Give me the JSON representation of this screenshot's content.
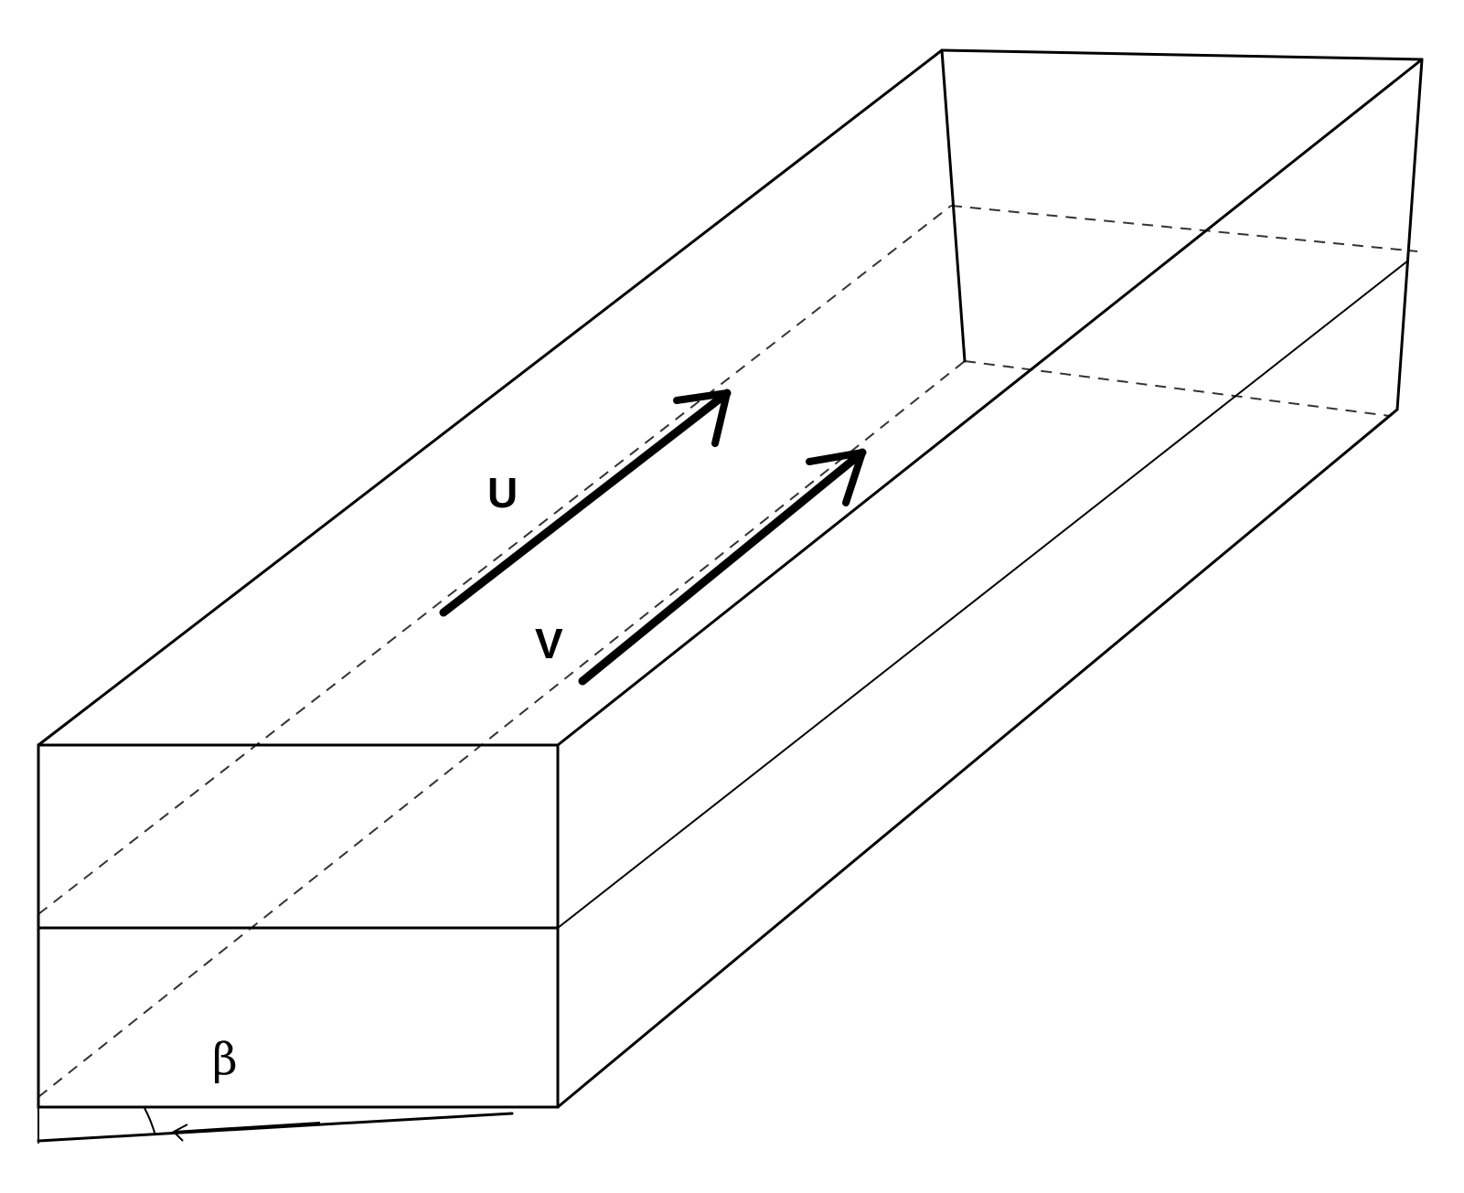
{
  "labels": {
    "u": "U",
    "v": "V",
    "beta": "β"
  },
  "colors": {
    "line": "#000000",
    "hidden_line": "#333333",
    "background": "#ffffff"
  }
}
